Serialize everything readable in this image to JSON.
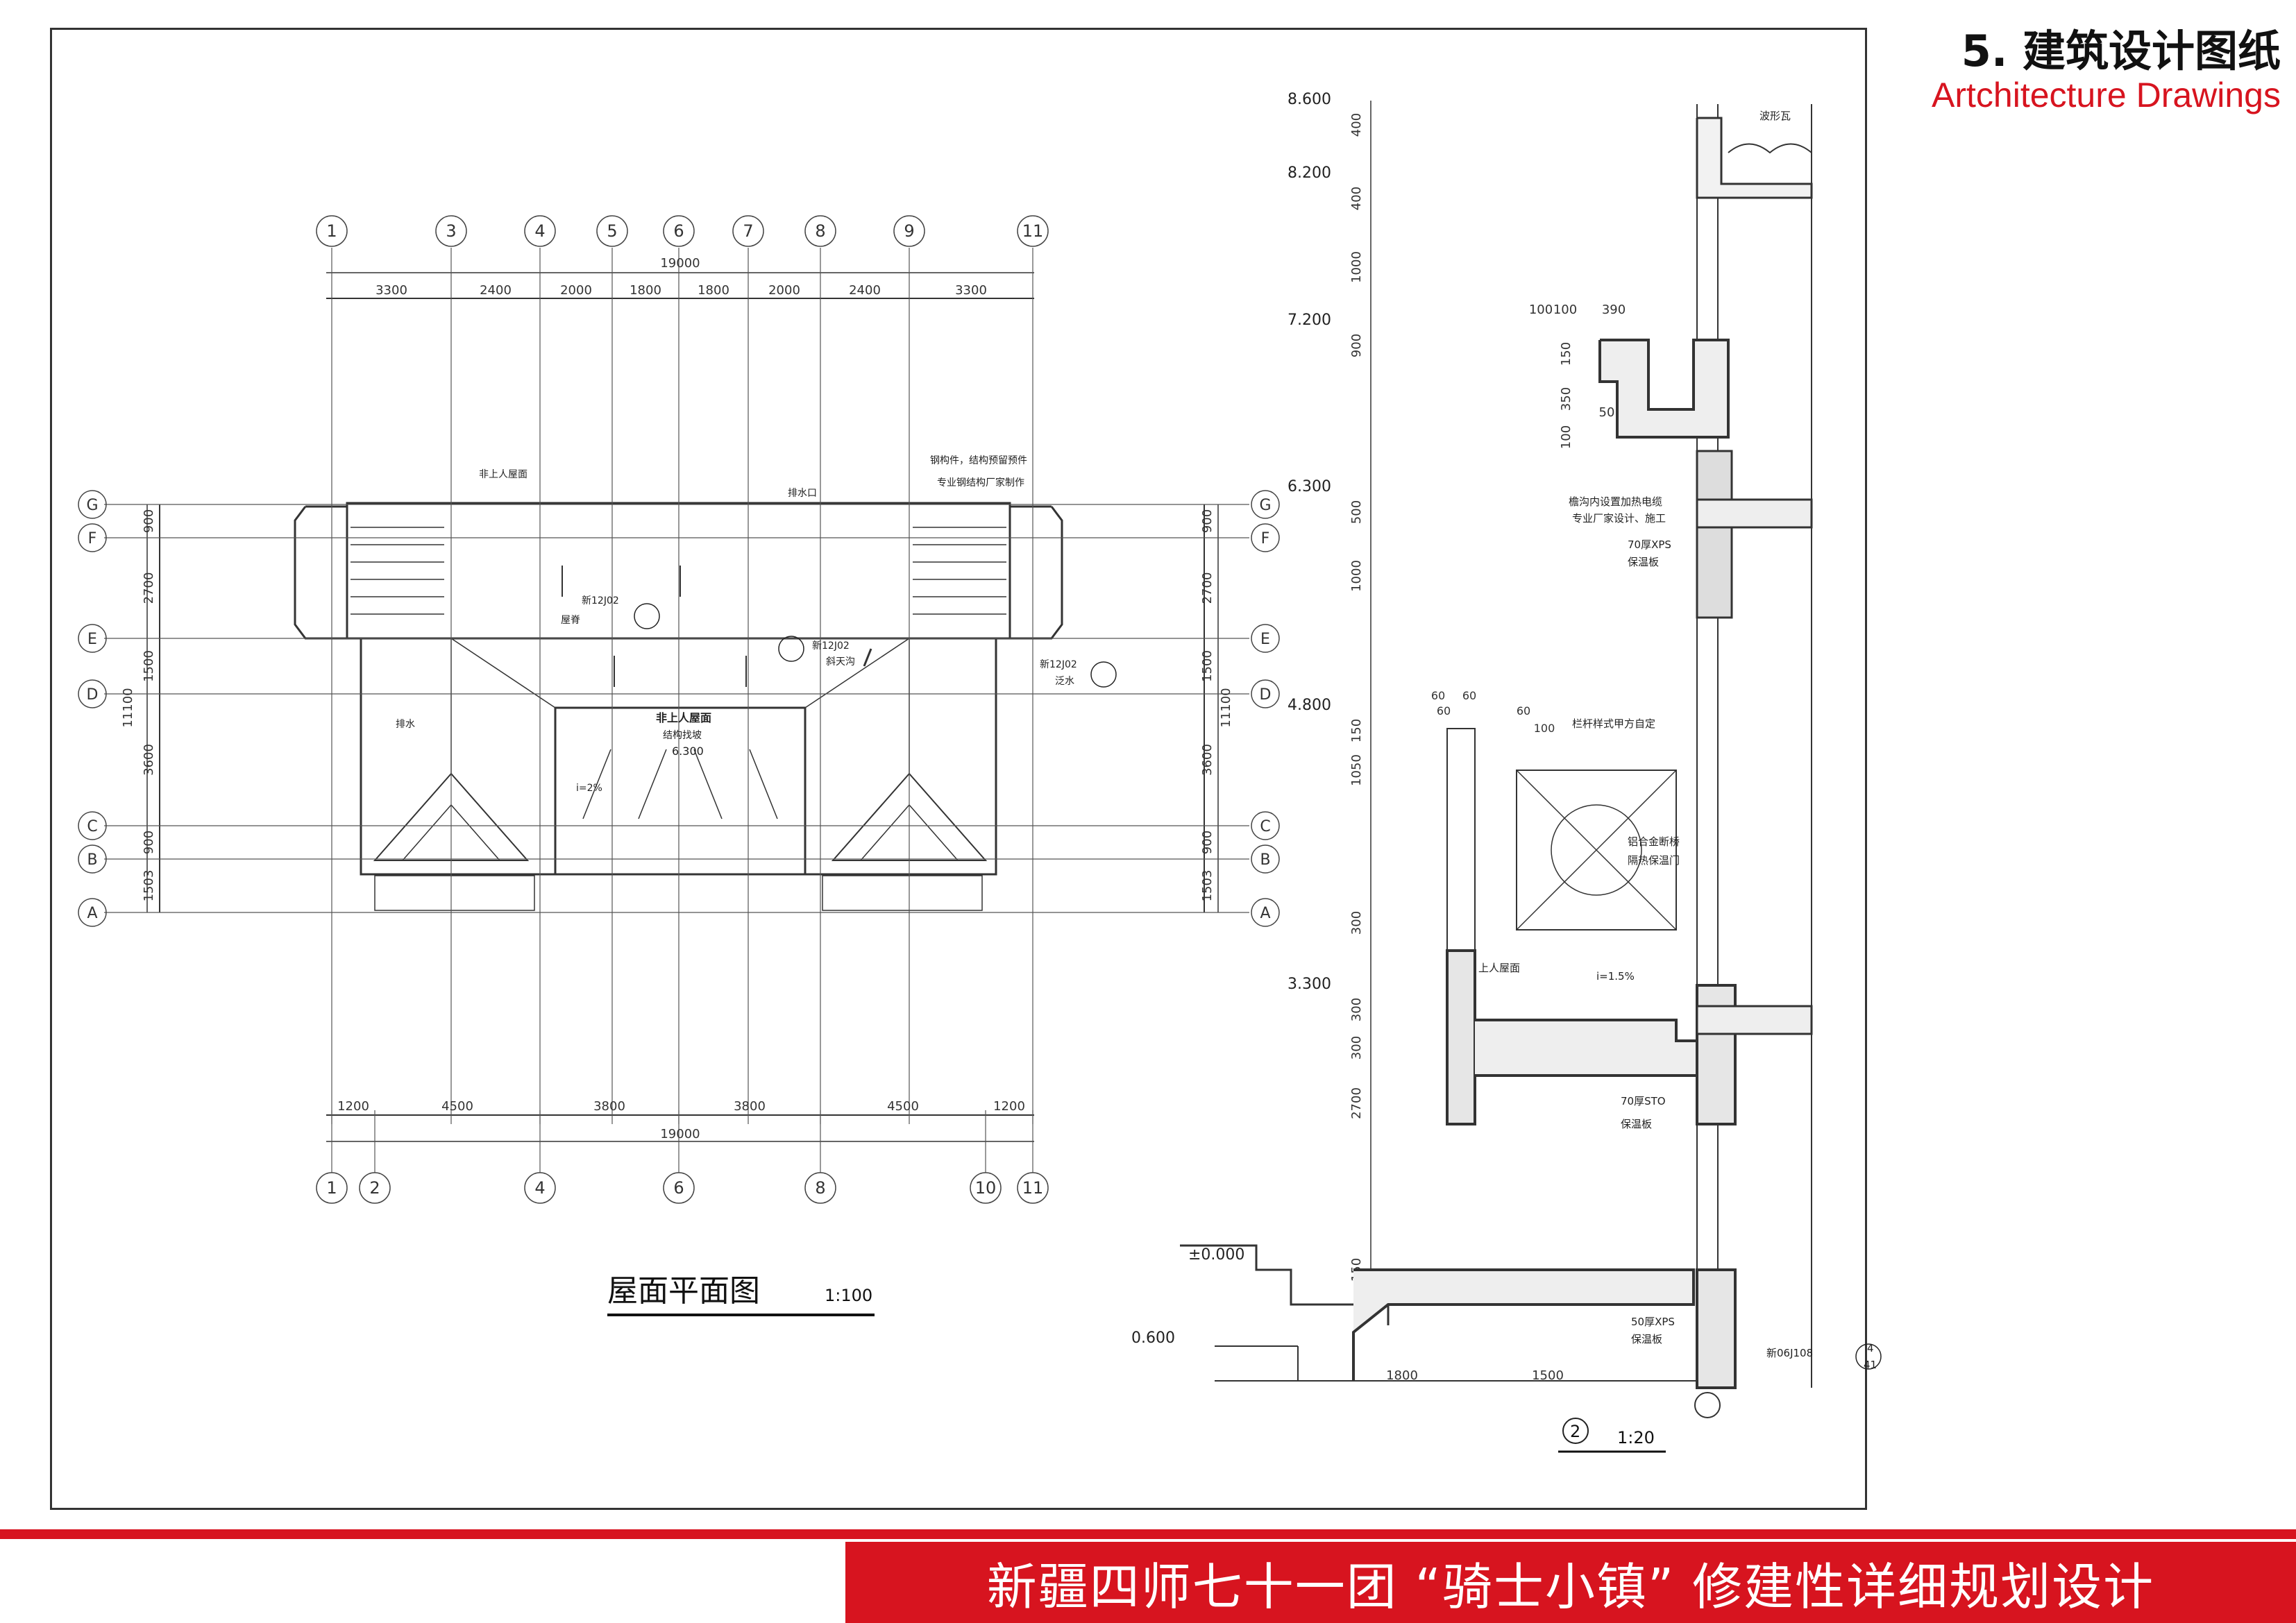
{
  "header": {
    "title": "5. 建筑设计图纸",
    "subtitle": "Artchitecture Drawings"
  },
  "footer": {
    "project_title": "新疆四师七十一团 “骑士小镇” 修建性详细规划设计"
  },
  "roof_plan": {
    "title": "屋面平面图",
    "scale": "1:100",
    "top_axes": [
      "1",
      "3",
      "4",
      "5",
      "6",
      "7",
      "8",
      "9",
      "11"
    ],
    "bottom_axes": [
      "1",
      "2",
      "4",
      "6",
      "8",
      "10",
      "11"
    ],
    "left_axes": [
      "G",
      "F",
      "E",
      "D",
      "C",
      "B",
      "A"
    ],
    "total_width": "19000",
    "top_dims": [
      "3300",
      "2400",
      "2000",
      "1800",
      "1800",
      "2000",
      "2400",
      "3300"
    ],
    "bottom_dims": [
      "1200",
      "4500",
      "3800",
      "3800",
      "4500",
      "1200"
    ],
    "side_dims": [
      "900",
      "2700",
      "1500",
      "3600",
      "900",
      "1503"
    ],
    "side_total": "11100",
    "labels": {
      "non_access_roof_top": "非上人屋面",
      "drain_outlet": "排水口",
      "steel_part_1": "钢构件，结构预留预件",
      "steel_part_2": "专业钢结构厂家制作",
      "non_access_roof_center": "非上人屋面",
      "structure_slope": "结构找坡",
      "elevation_6300": "6.300",
      "ref_12j02_a": "新12J02",
      "ref_12j02_b": "新12J02",
      "ref_12j02_c": "新12J02",
      "ridge": "屋脊",
      "slope_ridge": "斜天沟",
      "flashing": "泛水",
      "drain": "排水",
      "slope_2pct": "i=2%"
    }
  },
  "section": {
    "scale_label": "1:20",
    "detail_no": "2",
    "elevations": [
      "8.600",
      "8.200",
      "7.200",
      "6.300",
      "4.800",
      "3.300",
      "±0.000",
      "0.600"
    ],
    "vertical_dims": [
      "400",
      "400",
      "1000",
      "900",
      "500",
      "1000",
      "150",
      "1050",
      "300",
      "300",
      "300",
      "2700",
      "150"
    ],
    "dims_top": [
      "100",
      "100",
      "390"
    ],
    "dims_parapet": [
      "150",
      "350",
      "100",
      "50"
    ],
    "dims_railing": [
      "60",
      "60",
      "60",
      "60",
      "100"
    ],
    "dims_bottom": [
      "1800",
      "1500"
    ],
    "notes": {
      "wave_tile": "波形瓦",
      "gutter_1": "檐沟内设置加热电缆",
      "gutter_2": "专业厂家设计、施工",
      "xps70": "70厚XPS",
      "insulation_a": "保温板",
      "railing": "栏杆样式甲方自定",
      "door_1": "铝合金断桥",
      "door_2": "隔热保温门",
      "access_roof": "上人屋面",
      "slope": "i=1.5%",
      "sto70": "70厚STO",
      "insulation_b": "保温板",
      "xps50": "50厚XPS",
      "insulation_c": "保温板",
      "std_ref": "新06J108",
      "ref_num": "4",
      "ref_den": "41"
    }
  }
}
